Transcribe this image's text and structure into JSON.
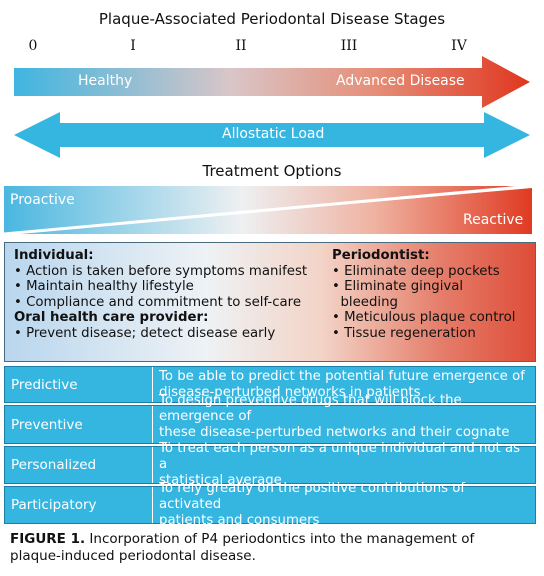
{
  "title": "Plaque-Associated Periodontal Disease Stages",
  "stages": [
    "0",
    "I",
    "II",
    "III",
    "IV"
  ],
  "progression_arrow": {
    "left_label": "Healthy",
    "right_label": "Advanced Disease"
  },
  "allostatic_arrow": {
    "label": "Allostatic Load"
  },
  "treatment": {
    "title": "Treatment Options",
    "proactive_label": "Proactive",
    "reactive_label": "Reactive"
  },
  "individual": {
    "heading": "Individual:",
    "items": [
      "Action is taken before symptoms manifest",
      "Maintain healthy lifestyle",
      "Compliance and commitment to self-care"
    ]
  },
  "provider": {
    "heading": "Oral health care provider:",
    "items": [
      "Prevent disease; detect disease early"
    ]
  },
  "periodontist": {
    "heading": "Periodontist:",
    "items": [
      "Eliminate deep pockets",
      "Eliminate gingival",
      "bleeding",
      "Meticulous plaque control",
      "Tissue regeneration"
    ]
  },
  "p4": [
    {
      "label": "Predictive",
      "text1": "To be able to predict the potential future emergence of",
      "text2": "disease-perturbed networks in patients"
    },
    {
      "label": "Preventive",
      "text1": "To design preventive drugs that will block the emergence of",
      "text2": "these disease-perturbed networks and their cognate diseases"
    },
    {
      "label": "Personalized",
      "text1": "To treat each person as a unique individual and not as a",
      "text2": "statistical average"
    },
    {
      "label": "Participatory",
      "text1": "To rely greatly on the positive contributions of activated",
      "text2": "patients and consumers"
    }
  ],
  "caption": {
    "bold": "FIGURE 1.",
    "text1": " Incorporation of P4 periodontics into the management of",
    "text2": "plaque-induced periodontal disease."
  },
  "colors": {
    "blue": "#35b6e1",
    "light_blue": "#b9dff2",
    "red": "#e23a22"
  }
}
